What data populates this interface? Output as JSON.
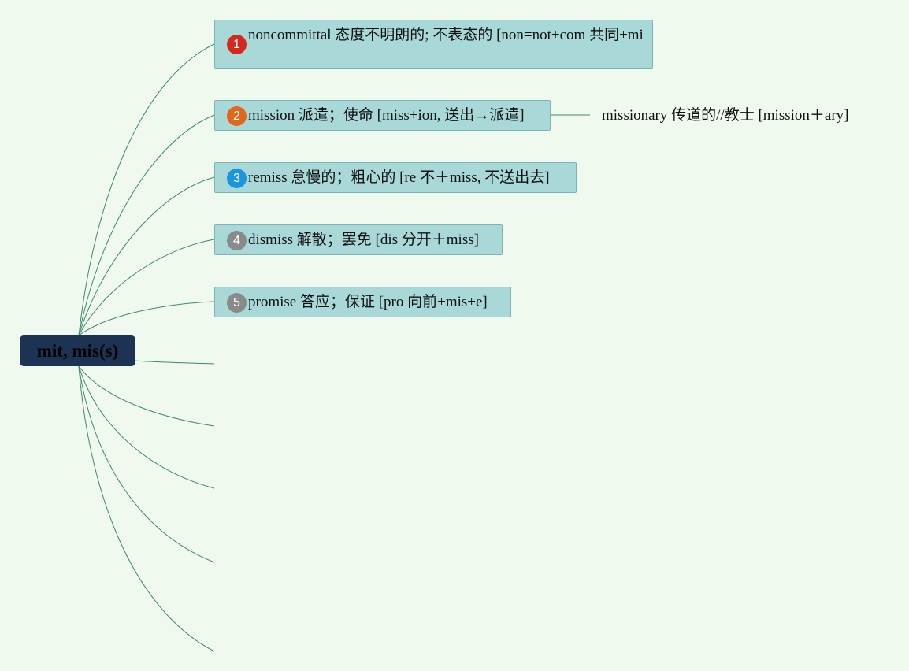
{
  "root": {
    "label": "mit, mis(s)",
    "fill_color": "#1d3354"
  },
  "branches": [
    {
      "marker": "1",
      "marker_color": "#d42a1e",
      "text": "noncommittal 态度不明朗的; 不表态的 [non=not+com 共同+mi"
    },
    {
      "marker": "2",
      "marker_color": "#e3661c",
      "text": "mission 派遣；使命 [miss+ion, 送出→派遣]",
      "child": "missionary 传道的//教士 [mission＋ary]"
    },
    {
      "marker": "3",
      "marker_color": "#1a95de",
      "text": "remiss 怠慢的；粗心的 [re 不＋miss, 不送出去]"
    },
    {
      "marker": "4",
      "marker_color": "#8a8a8a",
      "text": "dismiss 解散；罢免 [dis 分开＋miss]"
    },
    {
      "marker": "5",
      "marker_color": "#8a8a8a",
      "text": "promise 答应；保证 [pro 向前+mis+e]"
    }
  ],
  "colors": {
    "background": "#eff9ee",
    "node_fill": "#a8d8d8",
    "node_border": "#7bb5b2",
    "connector": "#3e8a67"
  }
}
